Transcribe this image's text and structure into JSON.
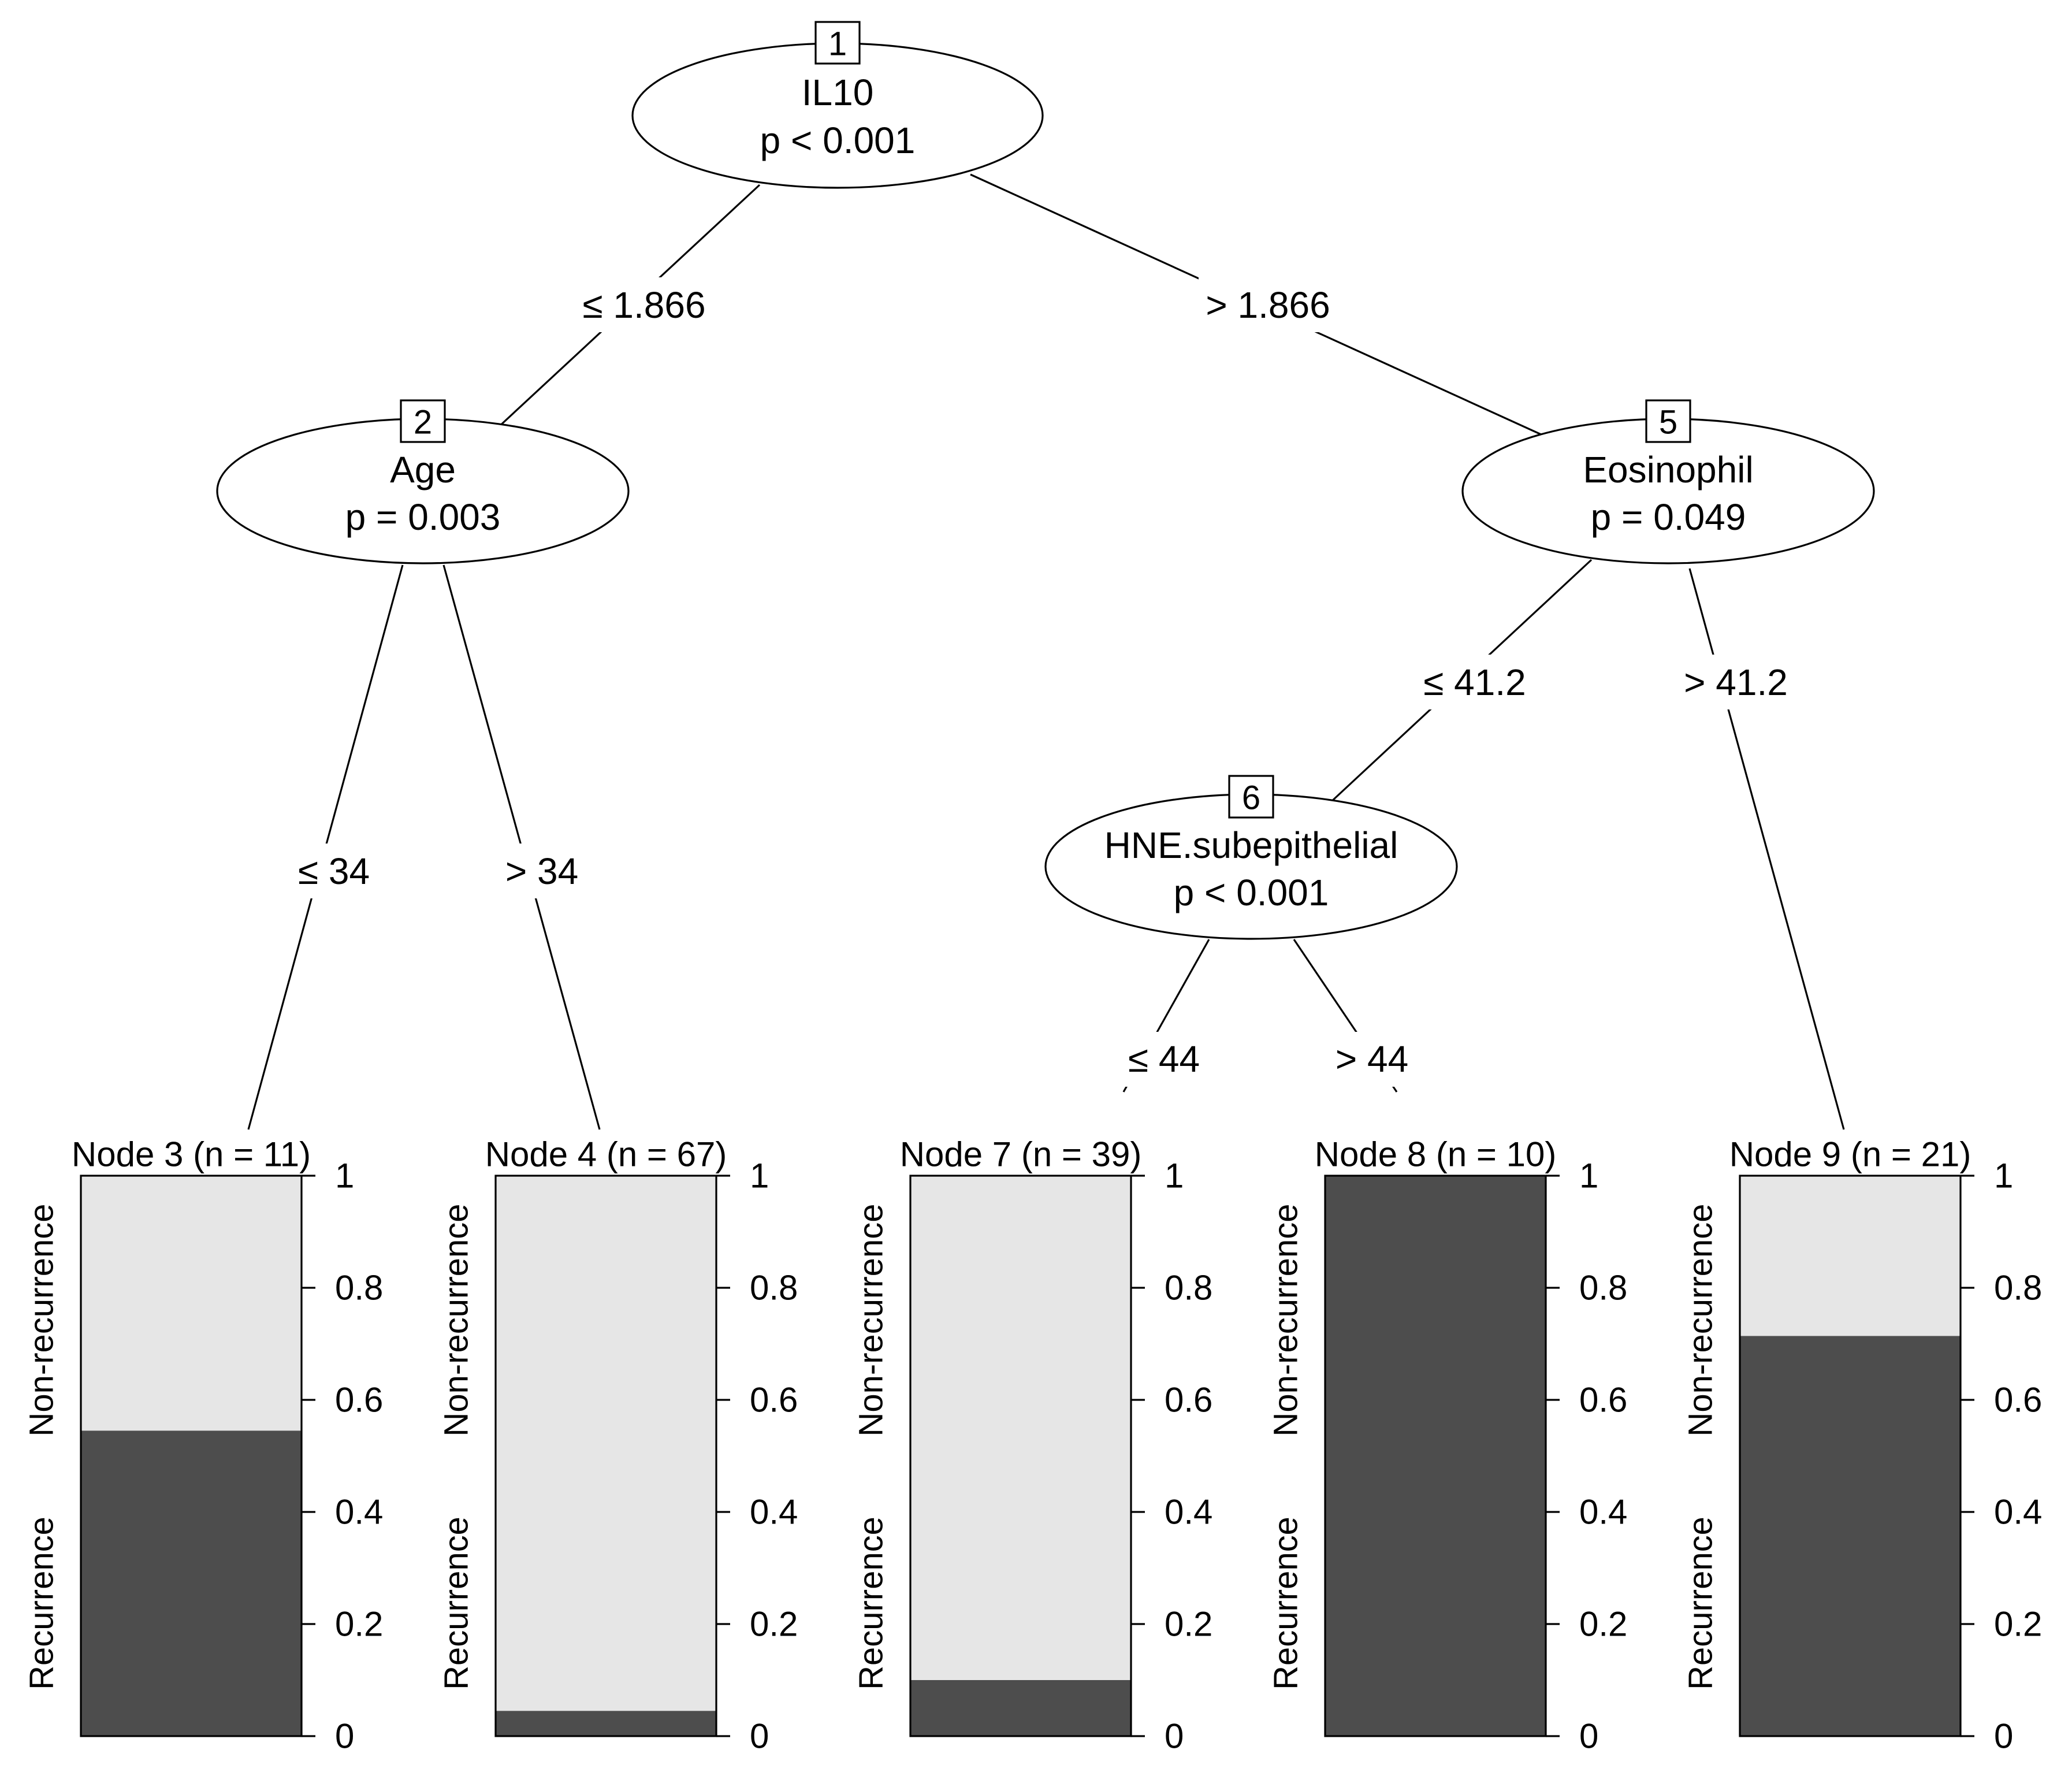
{
  "tree": {
    "inner_nodes": [
      {
        "id": "1",
        "variable": "IL10",
        "pvalue": "p < 0.001"
      },
      {
        "id": "2",
        "variable": "Age",
        "pvalue": "p = 0.003"
      },
      {
        "id": "5",
        "variable": "Eosinophil",
        "pvalue": "p = 0.049"
      },
      {
        "id": "6",
        "variable": "HNE.subepithelial",
        "pvalue": "p < 0.001"
      }
    ],
    "split_labels": [
      {
        "from": "1",
        "to": "2",
        "text": "≤ 1.866"
      },
      {
        "from": "1",
        "to": "5",
        "text": "> 1.866"
      },
      {
        "from": "2",
        "to": "3",
        "text": "≤ 34"
      },
      {
        "from": "2",
        "to": "4",
        "text": "> 34"
      },
      {
        "from": "5",
        "to": "6",
        "text": "≤ 41.2"
      },
      {
        "from": "5",
        "to": "9",
        "text": "> 41.2"
      },
      {
        "from": "6",
        "to": "7",
        "text": "≤ 44"
      },
      {
        "from": "6",
        "to": "8",
        "text": "> 44"
      }
    ],
    "terminal_nodes": [
      {
        "id": "3",
        "title": "Node 3 (n = 11)",
        "recurrence": 0.545
      },
      {
        "id": "4",
        "title": "Node 4 (n = 67)",
        "recurrence": 0.045
      },
      {
        "id": "7",
        "title": "Node 7 (n = 39)",
        "recurrence": 0.1
      },
      {
        "id": "8",
        "title": "Node 8 (n = 10)",
        "recurrence": 1.0
      },
      {
        "id": "9",
        "title": "Node 9 (n = 21)",
        "recurrence": 0.714
      }
    ],
    "bar_class_labels": {
      "upper": "Non-recurrence",
      "lower": "Recurrence"
    },
    "axis_ticks": [
      "0",
      "0.2",
      "0.4",
      "0.6",
      "0.8",
      "1"
    ],
    "colors": {
      "recurrence": "#4d4d4d",
      "non_recurrence": "#e6e6e6",
      "line": "#000000"
    }
  }
}
